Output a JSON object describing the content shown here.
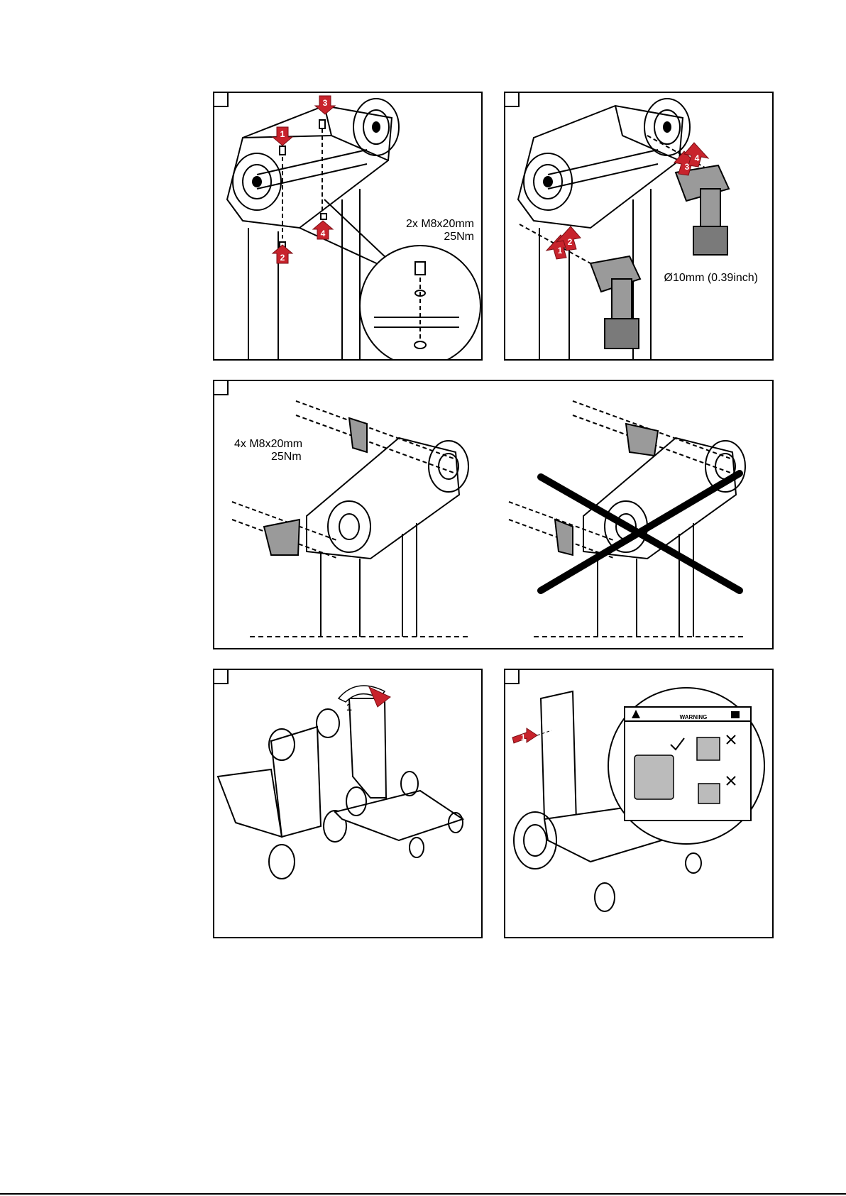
{
  "panels": {
    "p1": {
      "spec_line1": "2x M8x20mm",
      "spec_line2": "25Nm",
      "markers": [
        "1",
        "2",
        "3",
        "4"
      ]
    },
    "p2": {
      "drill_spec": "Ø10mm (0.39inch)",
      "markers": [
        "1",
        "2",
        "3",
        "4"
      ]
    },
    "p3": {
      "spec_line1": "4x M8x20mm",
      "spec_line2": "25Nm"
    },
    "p4": {
      "markers": [
        "1"
      ]
    },
    "p5": {
      "markers": [
        "1"
      ],
      "warning_title": "WARNING"
    }
  }
}
